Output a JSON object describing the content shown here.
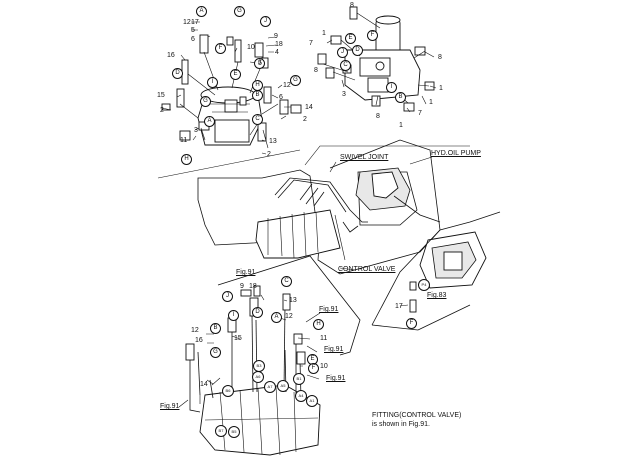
{
  "labels": {
    "swivel_joint": "SWIVEL JOINT",
    "hyd_oil_pump": "HYD.OIL PUMP",
    "control_valve": "CONTROL VALVE",
    "note_line1": "FITTING(CONTROL VALVE)",
    "note_line2": "is shown in Fig.91."
  },
  "fig_refs": {
    "fig91_a": "Fig.91",
    "fig91_b": "Fig.91",
    "fig91_c": "Fig.91",
    "fig91_d": "Fig.91",
    "fig91_e": "Fig.91",
    "fig83": "Fig.83"
  },
  "circle_letters": {
    "a1": "A",
    "g1": "G",
    "j1": "J",
    "f1": "F",
    "d1": "D",
    "i1": "I",
    "e1": "E",
    "b1": "B",
    "g2": "G",
    "c1": "C",
    "h1": "H",
    "f2": "F",
    "e2": "E",
    "d2": "D",
    "j2": "J",
    "c2": "C",
    "a2": "A",
    "g3": "G",
    "i2": "I",
    "b2": "B",
    "h2": "H",
    "j3": "J",
    "c3": "C",
    "b3": "B",
    "i3": "I",
    "g4": "G",
    "d3": "D",
    "a3": "A",
    "h3": "H",
    "e3": "E",
    "f3": "F",
    "f4": "F"
  },
  "port_labels": [
    "B6",
    "A6",
    "B3",
    "A3",
    "B1",
    "A1",
    "B7",
    "B5",
    "A5",
    "A7",
    "B4",
    "A4",
    "B2",
    "A2",
    "P4"
  ],
  "callouts": {
    "c12a": "12",
    "c17a": "17",
    "c5a": "5",
    "c6a": "6",
    "c16a": "16",
    "c10a": "10",
    "c9a": "9",
    "c18a": "18",
    "c4a": "4",
    "c5b": "5",
    "c15a": "15",
    "c2a": "2",
    "c12b": "12",
    "c6b": "6",
    "c14a": "14",
    "c2b": "2",
    "c11a": "11",
    "c3a": "3",
    "c13a": "13",
    "c2c": "2",
    "c8a": "8",
    "c1a": "1",
    "c7a": "7",
    "c8b": "8",
    "c8c": "8",
    "c3b": "3",
    "c1b": "1",
    "c8d": "8",
    "c1c": "1",
    "c7b": "7",
    "c1d": "1",
    "c9b": "9",
    "c18b": "18",
    "c13b": "13",
    "c12c": "12",
    "c16b": "16",
    "c15b": "15",
    "c12d": "12",
    "c11b": "11",
    "c10b": "10",
    "c14b": "14",
    "c17b": "17"
  }
}
